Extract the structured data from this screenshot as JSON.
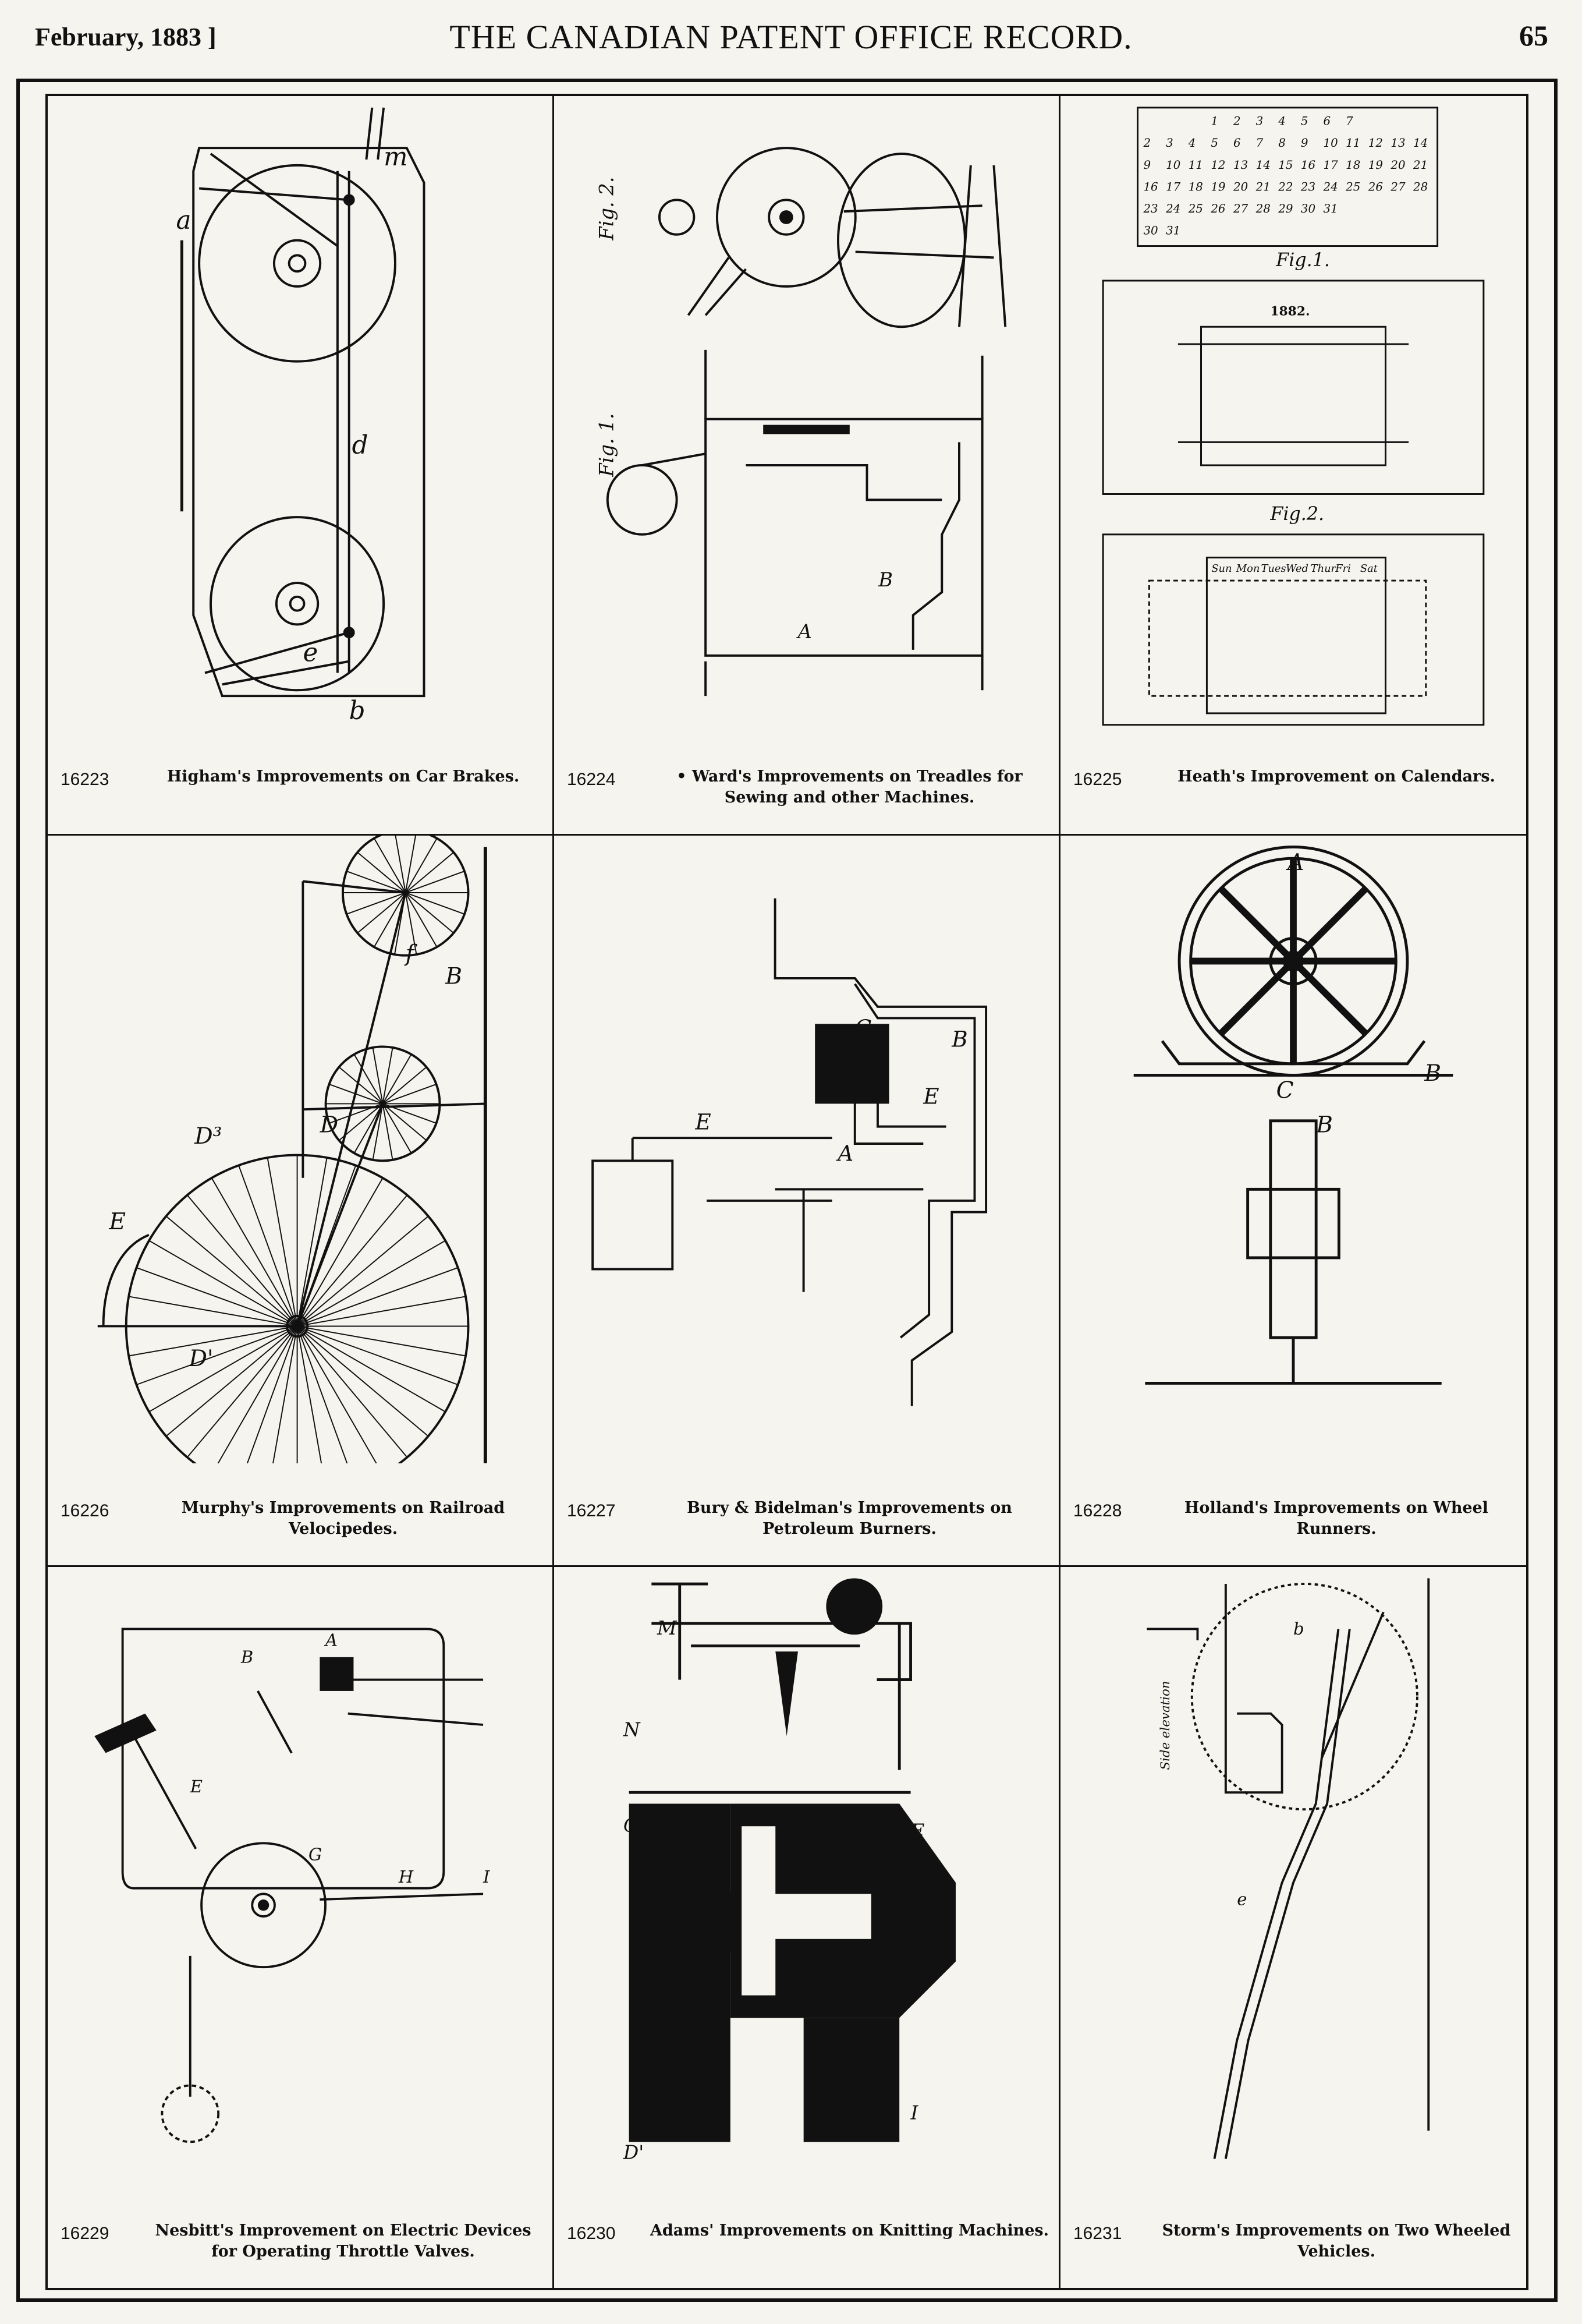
{
  "header": {
    "date": "February, 1883 ]",
    "title": "THE CANADIAN PATENT OFFICE RECORD.",
    "page": "65"
  },
  "patents": [
    {
      "number": "16223",
      "title": "Higham's Improvements on Car Brakes."
    },
    {
      "number": "16224",
      "title": "• Ward's Improvements on Treadles for Sewing and other Machines."
    },
    {
      "number": "16225",
      "title": "Heath's Improvement on Calendars."
    },
    {
      "number": "16226",
      "title": "Murphy's Improvements on Railroad Velocipedes."
    },
    {
      "number": "16227",
      "title": "Bury & Bidelman's Improvements on Petroleum Burners."
    },
    {
      "number": "16228",
      "title": "Holland's Improvements on Wheel Runners."
    },
    {
      "number": "16229",
      "title": "Nesbitt's Improvement on Electric Devices for Operating Throttle Valves."
    },
    {
      "number": "16230",
      "title": "Adams' Improvements on Knitting Machines."
    },
    {
      "number": "16231",
      "title": "Storm's Improvements on Two Wheeled Vehicles."
    }
  ],
  "figure_labels": {
    "fig1": "Fig.1.",
    "fig2": "Fig.2.",
    "calendar_year": "1882.",
    "calendar_days": [
      "Sun",
      "Mon",
      "Tues",
      "Wed",
      "Thur",
      "Fri",
      "Sat"
    ],
    "calendar_fig1_rows": [
      [
        "",
        "",
        "",
        "1",
        "2",
        "3",
        "4",
        "5",
        "6",
        "7"
      ],
      [
        "2",
        "3",
        "4",
        "5",
        "6",
        "7",
        "8",
        "9",
        "10",
        "11",
        "12",
        "13",
        "14"
      ],
      [
        "9",
        "10",
        "11",
        "12",
        "13",
        "14",
        "15",
        "16",
        "17",
        "18",
        "19",
        "20",
        "21"
      ],
      [
        "16",
        "17",
        "18",
        "19",
        "20",
        "21",
        "22",
        "23",
        "24",
        "25",
        "26",
        "27",
        "28"
      ],
      [
        "23",
        "24",
        "25",
        "26",
        "27",
        "28",
        "29",
        "30",
        "31",
        "",
        "",
        "",
        ""
      ],
      [
        "30",
        "31"
      ]
    ],
    "ward_fig2": "Fig. 2.",
    "ward_fig1": "Fig. 1.",
    "storm_side": "Side elevation"
  }
}
